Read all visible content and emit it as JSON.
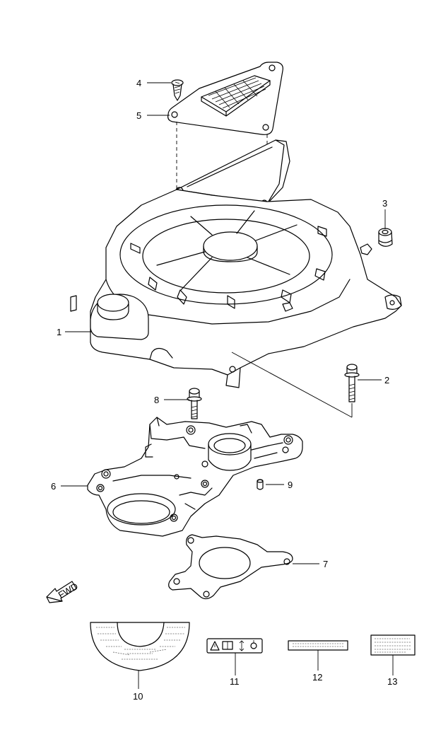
{
  "parts": [
    {
      "id": "1",
      "label": "1"
    },
    {
      "id": "2",
      "label": "2"
    },
    {
      "id": "3",
      "label": "3"
    },
    {
      "id": "4",
      "label": "4"
    },
    {
      "id": "5",
      "label": "5"
    },
    {
      "id": "6",
      "label": "6"
    },
    {
      "id": "7",
      "label": "7"
    },
    {
      "id": "8",
      "label": "8"
    },
    {
      "id": "9",
      "label": "9"
    },
    {
      "id": "10",
      "label": "10"
    },
    {
      "id": "11",
      "label": "11"
    },
    {
      "id": "12",
      "label": "12"
    },
    {
      "id": "13",
      "label": "13"
    }
  ],
  "fwd_label": "FWD",
  "icons": [
    "warning-triangle-icon",
    "manual-book-icon",
    "arrows-icon",
    "ring-icon"
  ]
}
